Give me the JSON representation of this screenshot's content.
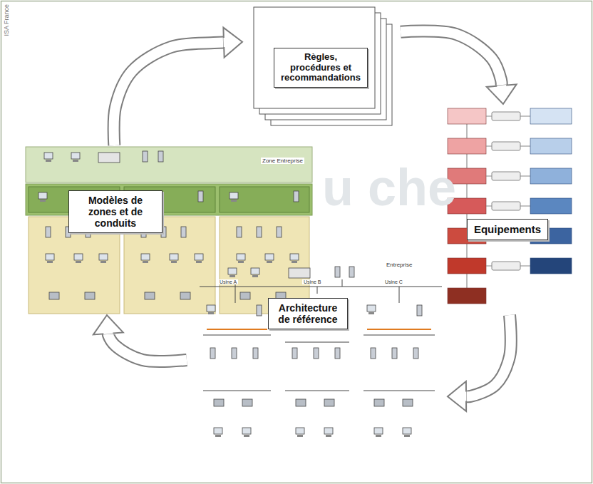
{
  "diagram": {
    "nodes": [
      {
        "text": [
          "Règles, procédures et recommandations"
        ]
      },
      {
        "text": [
          "Modèles de zones et de conduits"
        ]
      },
      {
        "text": [
          "Equipements"
        ]
      },
      {
        "text": [
          "Architecture de référence"
        ]
      }
    ],
    "edges": [
      {
        "from": 1,
        "to": 0,
        "arrow": "to"
      },
      {
        "from": 0,
        "to": 2,
        "arrow": "to"
      },
      {
        "from": 2,
        "to": 3,
        "arrow": "to"
      },
      {
        "from": 3,
        "to": 1,
        "arrow": "to"
      }
    ],
    "labels": [
      "ISA France",
      "u che",
      "Zone Entreprise",
      "Entreprise",
      "Usine A",
      "Usine B",
      "Usine C"
    ]
  }
}
